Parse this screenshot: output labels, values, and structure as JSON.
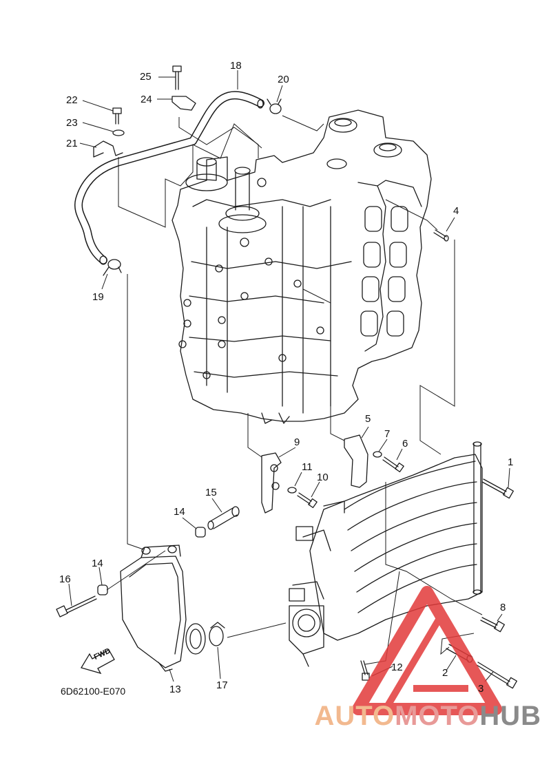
{
  "diagram_code": "6D62100-E070",
  "fwd_label": "FWD",
  "brand": {
    "part1": "AUTO",
    "part2": "MOTO",
    "part3": "HUB"
  },
  "colors": {
    "line": "#1a1a1a",
    "watermark_red": "#e23a3a",
    "watermark_orange": "#f2b98f",
    "watermark_gray": "#8a8a8a"
  },
  "callouts": {
    "p1": "1",
    "p2": "2",
    "p3": "3",
    "p4": "4",
    "p5": "5",
    "p6": "6",
    "p7": "7",
    "p8": "8",
    "p9": "9",
    "p10": "10",
    "p11": "11",
    "p12": "12",
    "p13": "13",
    "p14a": "14",
    "p14b": "14",
    "p15": "15",
    "p16": "16",
    "p17": "17",
    "p18": "18",
    "p19": "19",
    "p20": "20",
    "p21": "21",
    "p22": "22",
    "p23": "23",
    "p24": "24",
    "p25": "25"
  }
}
